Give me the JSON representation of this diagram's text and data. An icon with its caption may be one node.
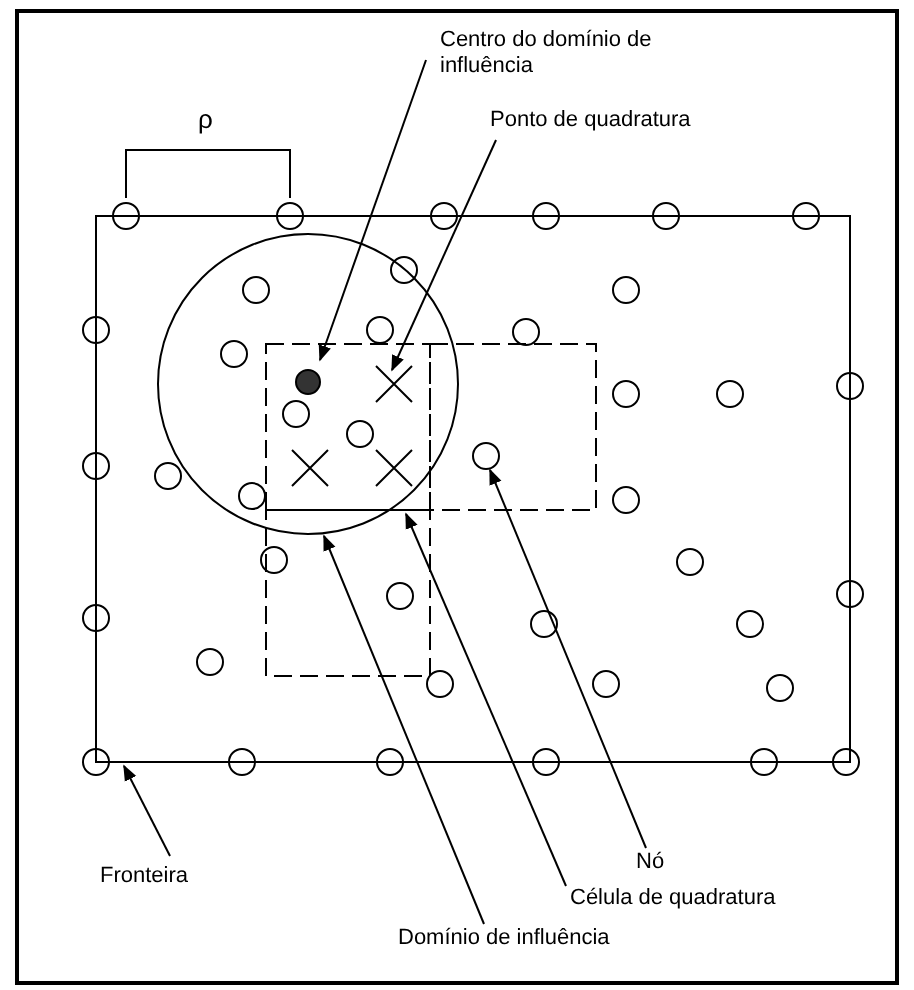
{
  "diagram": {
    "nodes": [
      {
        "text": [
          "Centro do domínio de influência"
        ]
      },
      {
        "text": [
          "Ponto de quadratura"
        ]
      },
      {
        "text": [
          "Nó"
        ]
      },
      {
        "text": [
          "Célula de quadratura"
        ]
      },
      {
        "text": [
          "Fronteira"
        ]
      },
      {
        "text": [
          "Domínio de influência"
        ]
      },
      {
        "text": [],
        "shape": "circle",
        "in": 9
      },
      {
        "text": [],
        "shape": "cross",
        "in": 9
      },
      {
        "text": [],
        "shape": "circle",
        "in": 10
      },
      {
        "text": [],
        "shape": "box",
        "in": 11
      },
      {
        "text": [],
        "shape": "box"
      },
      {
        "text": [],
        "shape": "circle",
        "in": 10
      }
    ],
    "edges": [
      {
        "from": 0,
        "to": 6,
        "arrow": "to"
      },
      {
        "from": 1,
        "to": 7,
        "arrow": "to"
      },
      {
        "from": 2,
        "to": 8,
        "arrow": "to"
      },
      {
        "from": 3,
        "to": 9,
        "arrow": "to"
      },
      {
        "from": 4,
        "to": 10,
        "arrow": "to"
      },
      {
        "from": 5,
        "to": 11,
        "arrow": "to"
      }
    ],
    "labels": [
      "ρ"
    ]
  }
}
